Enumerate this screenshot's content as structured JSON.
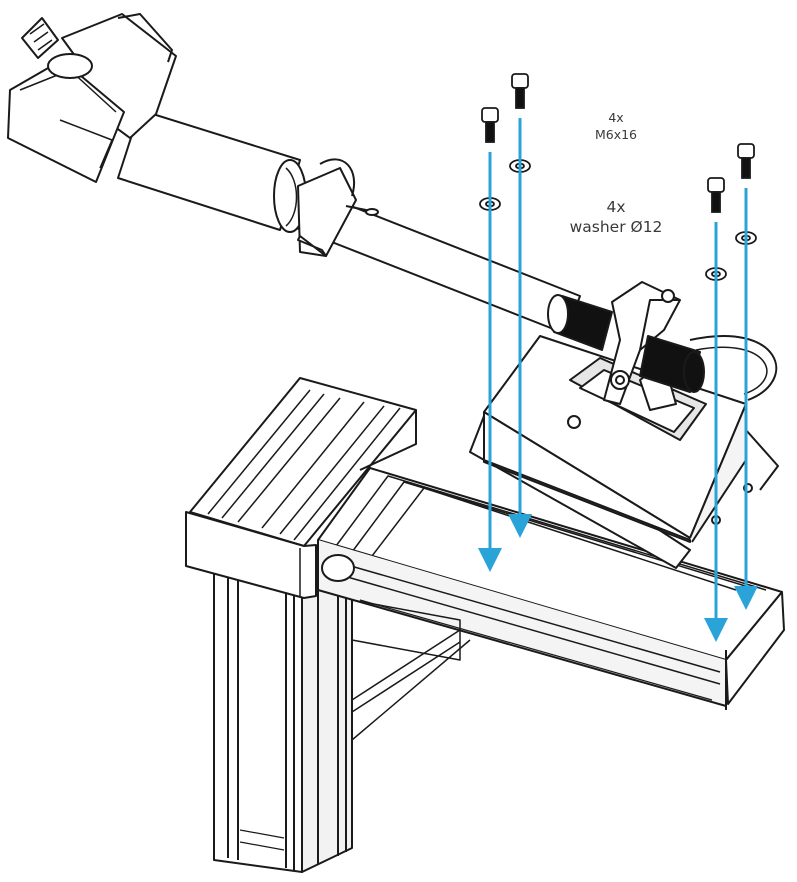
{
  "labels": {
    "screws_qty": "4x",
    "screws_spec": "M6x16",
    "washers_qty": "4x",
    "washers_spec": "washer Ø12"
  },
  "colors": {
    "line": "#1a1a1a",
    "arrow": "#2aa3d9",
    "shade": "#e6e6e6",
    "dark": "#111111",
    "text": "#3a3a3a"
  }
}
